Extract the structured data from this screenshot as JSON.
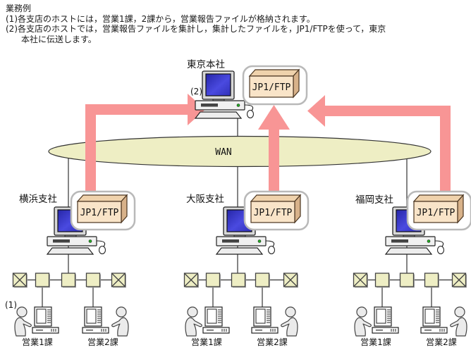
{
  "header": {
    "title": "業務例",
    "line1": "(1)各支店のホストには，営業1課，2課から，営業報告ファイルが格納されます。",
    "line2": "(2)各支店のホストでは，営業報告ファイルを集計し，集計したファイルを，JP1/FTPを使って，東京",
    "line2_cont": "本社に伝送します。"
  },
  "diagram": {
    "wan_label": "WAN",
    "headquarters": {
      "name": "東京本社",
      "software": "JP1/FTP",
      "step": "(2)"
    },
    "branches": [
      {
        "name": "横浜支社",
        "software": "JP1/FTP"
      },
      {
        "name": "大阪支社",
        "software": "JP1/FTP"
      },
      {
        "name": "福岡支社",
        "software": "JP1/FTP"
      }
    ],
    "step1": "(1)",
    "dept1": "営業1課",
    "dept2": "営業2課",
    "colors": {
      "arrow": "#F89595",
      "wan_fill": "#EEEEC4",
      "lan_node_fill": "#EEEEC4",
      "box_front": "#F9E4C8",
      "box_top": "#EFD2AC",
      "box_side": "#D8B28A",
      "screen_blue": "#3535CC"
    }
  }
}
